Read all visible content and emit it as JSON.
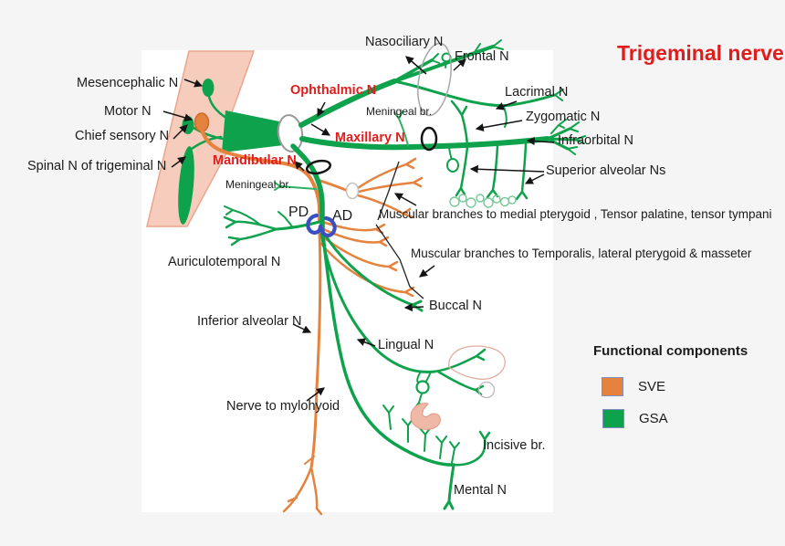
{
  "title": "Trigeminal nerve",
  "colors": {
    "sve_orange": "#E5823D",
    "gsa_green": "#0FA24C",
    "label_red": "#E01D1D",
    "division_blue": "#3B50C0",
    "brainstem_pink": "#F6CDBC"
  },
  "labels": {
    "mesencephalic": "Mesencephalic N",
    "motor": "Motor N",
    "chief_sensory": "Chief sensory N",
    "spinal": "Spinal N of trigeminal N",
    "ophthalmic": "Ophthalmic N",
    "maxillary": "Maxillary N",
    "mandibular": "Mandibular N",
    "meningeal_upper": "Meningeal br.",
    "meningeal_lower": "Meningeal br.",
    "nasociliary": "Nasociliary N",
    "frontal": "Frontal N",
    "lacrimal": "Lacrimal N",
    "zygomatic": "Zygomatic N",
    "infraorbital": "Infraorbital N",
    "superior_alveolar": "Superior alveolar Ns",
    "muscular_medial": "Muscular branches to medial pterygoid , Tensor palatine, tensor tympani",
    "muscular_temporalis": "Muscular branches to Temporalis, lateral pterygoid & masseter",
    "buccal": "Buccal N",
    "lingual": "Lingual N",
    "auriculotemporal": "Auriculotemporal N",
    "inferior_alveolar": "Inferior alveolar N",
    "mylohyoid": "Nerve to mylohyoid",
    "incisive": "Incisive br.",
    "mental": "Mental N",
    "pd": "PD",
    "ad": "AD"
  },
  "legend": {
    "title": "Functional components",
    "items": [
      {
        "label": "SVE",
        "color": "#E5823D"
      },
      {
        "label": "GSA",
        "color": "#0FA24C"
      }
    ]
  }
}
